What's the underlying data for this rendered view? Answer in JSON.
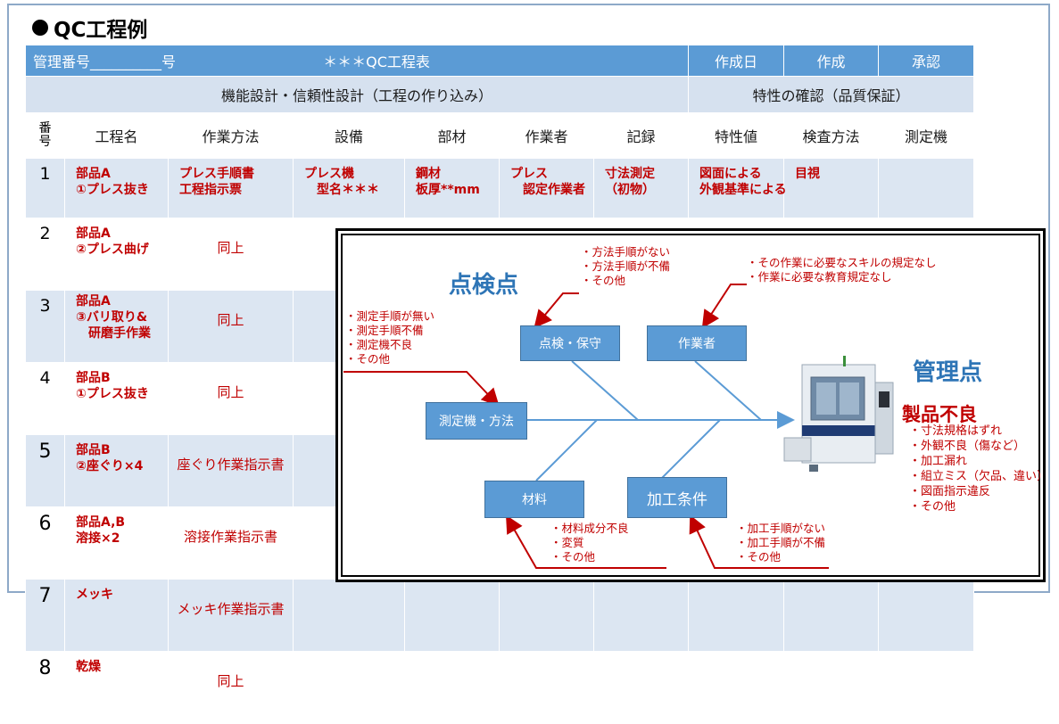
{
  "page_title": "QC工程例",
  "table": {
    "header_row1": {
      "control_number_label": "管理番号",
      "control_number_blank": "__________",
      "control_number_suffix": "号",
      "sheet_title": "＊＊＊QC工程表",
      "created_date": "作成日",
      "created": "作成",
      "approved": "承認"
    },
    "header_row2": {
      "left_group": "機能設計・信頼性設計（工程の作り込み）",
      "right_group": "特性の確認（品質保証）"
    },
    "columns": [
      "番号",
      "工程名",
      "作業方法",
      "設備",
      "部材",
      "作業者",
      "記録",
      "特性値",
      "検査方法",
      "測定機"
    ],
    "rows": [
      {
        "no": "1",
        "process": "部品A\n①プレス抜き",
        "method": "プレス手順書\n工程指示票",
        "equipment": "プレス機\n　型名＊＊＊",
        "material": "鋼材\n板厚**mm",
        "worker": "プレス\n　認定作業者",
        "record": "寸法測定\n（初物）",
        "characteristic": "図面による\n外観基準による",
        "inspection": "目視",
        "instrument": ""
      },
      {
        "no": "2",
        "process": "部品A\n②プレス曲げ",
        "method": "同上"
      },
      {
        "no": "3",
        "process": "部品A\n③バリ取り&\n　研磨手作業",
        "method": "同上"
      },
      {
        "no": "4",
        "process": "部品B\n①プレス抜き",
        "method": "同上"
      },
      {
        "no": "5",
        "process": "部品B\n②座ぐり×4",
        "method": "座ぐり作業指示書"
      },
      {
        "no": "6",
        "process": "部品A,B\n溶接×2",
        "method": "溶接作業指示書"
      },
      {
        "no": "7",
        "process": "メッキ",
        "method": "メッキ作業指示書"
      },
      {
        "no": "8",
        "process": "乾燥",
        "method": "同上"
      }
    ]
  },
  "diagram": {
    "check_points_label": "点検点",
    "control_points_label": "管理点",
    "boxes": {
      "maintenance": "点検・保守",
      "worker": "作業者",
      "measurement": "測定機・方法",
      "material": "材料",
      "conditions": "加工条件"
    },
    "annotations": {
      "maintenance": "・方法手順がない\n・方法手順が不備\n・その他",
      "worker": "・その作業に必要なスキルの規定なし\n・作業に必要な教育規定なし",
      "measurement": "・測定手順が無い\n・測定手順不備\n・測定機不良\n・その他",
      "material": "・材料成分不良\n・変質\n・その他",
      "conditions": "・加工手順がない\n・加工手順が不備\n・その他"
    },
    "defect_title": "製品不良",
    "defects": "・寸法規格はずれ\n・外観不良（傷など）\n・加工漏れ\n・組立ミス（欠品、違い）\n・図面指示違反\n・その他",
    "colors": {
      "box": "#5b9bd5",
      "annotation": "#c00000",
      "heading": "#2e75b6"
    }
  }
}
